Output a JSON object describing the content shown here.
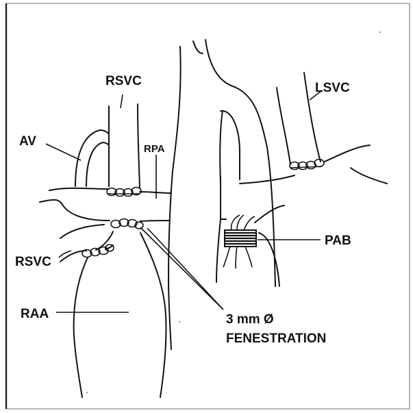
{
  "labels": {
    "rsvc_top": "RSVC",
    "lsvc": "LSVC",
    "av": "AV",
    "rpa": "RPA",
    "pab": "PAB",
    "rsvc_low": "RSVC",
    "raa": "RAA",
    "fen_size": "3 mm Ø",
    "fen_word": "FENESTRATION"
  },
  "colors": {
    "ink": "#111111",
    "border": "#777777",
    "background": "#ffffff"
  }
}
